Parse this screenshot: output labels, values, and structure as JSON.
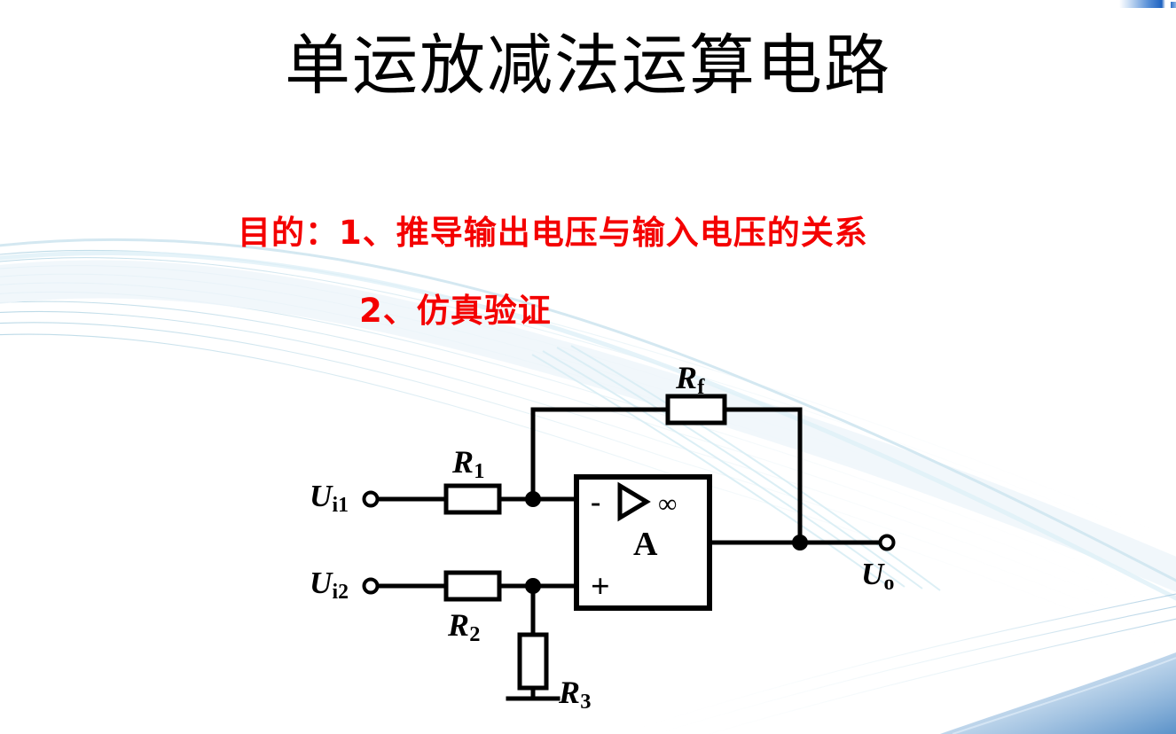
{
  "slide": {
    "title": "单运放减法运算电路",
    "background_color": "#ffffff",
    "accent_color": "#f40000",
    "decor_color": "#bcd9e8"
  },
  "purpose": {
    "line1": "目的：1、推导输出电压与输入电压的关系",
    "line2": "2、仿真验证"
  },
  "circuit": {
    "labels": {
      "rf_base": "R",
      "rf_sub": "f",
      "r1_base": "R",
      "r1_sub": "1",
      "r2_base": "R",
      "r2_sub": "2",
      "r3_base": "R",
      "r3_sub": "3",
      "ui1_base": "U",
      "ui1_sub": "i1",
      "ui2_base": "U",
      "ui2_sub": "i2",
      "uo_base": "U",
      "uo_sub": "o"
    },
    "opamp": {
      "inverting_sign": "-",
      "noninverting_sign": "+",
      "gain_symbol": "∞",
      "body_label": "A"
    }
  }
}
